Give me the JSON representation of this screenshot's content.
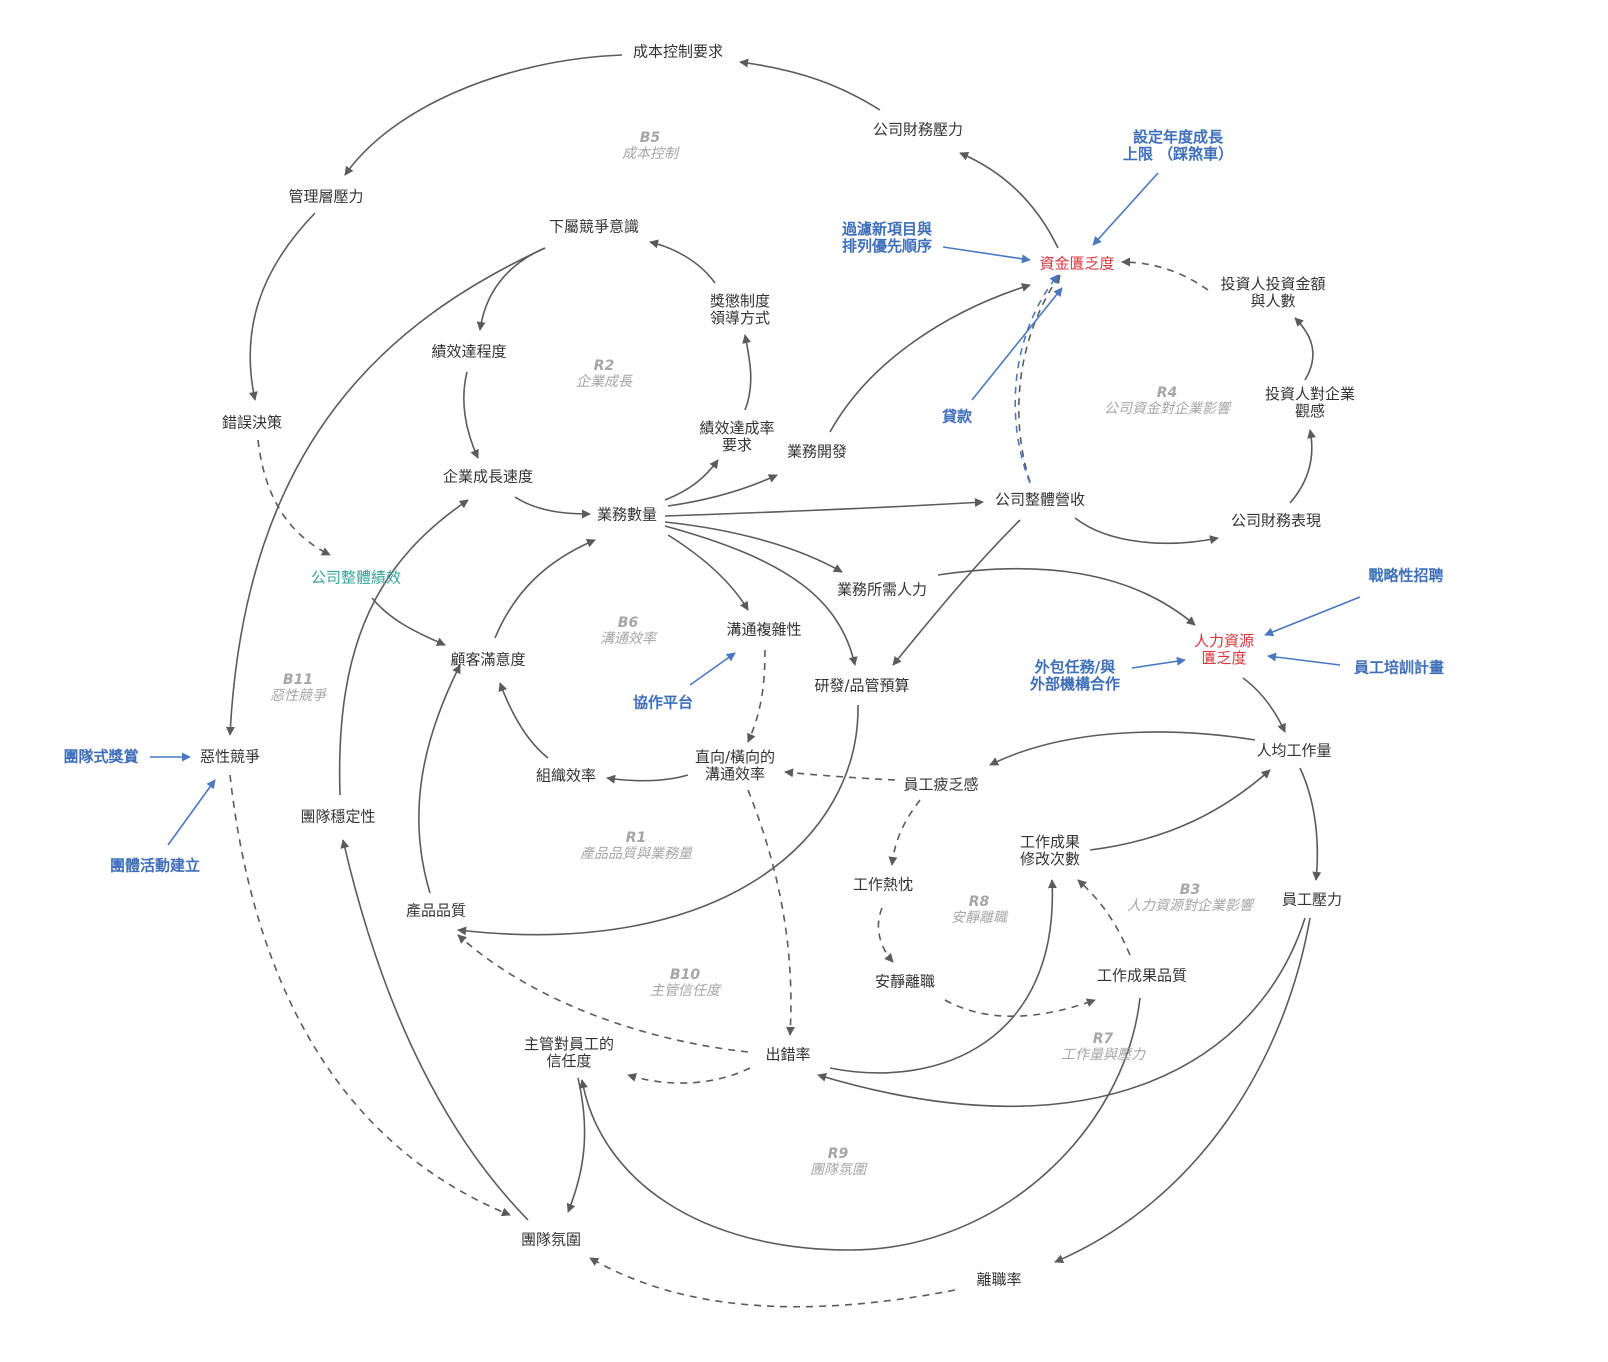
{
  "colors": {
    "variable": "#333333",
    "resource_variable": "#d9363e",
    "intervention": "#3f6fb8",
    "performance": "#3aa39a",
    "loop_label": "#a6a6a6",
    "link": "#5b5b5b",
    "intervention_link": "#4a78c0"
  },
  "nodes": {
    "cost_control_req": "成本控制要求",
    "company_financial_pressure": "公司財務壓力",
    "management_pressure": "管理層壓力",
    "subordinate_competition": "下屬競爭意識",
    "reward_leadership_1": "獎懲制度",
    "reward_leadership_2": "領導方式",
    "performance_achievement": "績效達程度",
    "wrong_decisions": "錯誤決策",
    "kpi_req_1": "績效達成率",
    "kpi_req_2": "要求",
    "business_development": "業務開發",
    "growth_speed": "企業成長速度",
    "business_volume": "業務數量",
    "company_revenue": "公司整體營收",
    "company_performance": "公司整體績效",
    "customer_satisfaction": "顧客滿意度",
    "communication_complexity": "溝通複雜性",
    "manpower_needed": "業務所需人力",
    "rd_qa_budget": "研發/品管預算",
    "team_stability": "團隊穩定性",
    "vicious_competition": "惡性競爭",
    "org_efficiency": "組織效率",
    "comm_efficiency_1": "直向/橫向的",
    "comm_efficiency_2": "溝通效率",
    "employee_fatigue": "員工疲乏感",
    "per_capita_workload": "人均工作量",
    "work_rework_1": "工作成果",
    "work_rework_2": "修改次數",
    "work_burnout": "工作熱忱",
    "product_quality": "產品品質",
    "employee_stress": "員工壓力",
    "quiet_quitting": "安靜離職",
    "work_quality": "工作成果品質",
    "manager_trust_1": "主管對員工的",
    "manager_trust_2": "信任度",
    "error_rate": "出錯率",
    "team_atmosphere": "團隊氛圍",
    "turnover_rate": "離職率",
    "investor_amount_1": "投資人投資金額",
    "investor_amount_2": "與人數",
    "investor_view_1": "投資人對企業",
    "investor_view_2": "觀感",
    "financial_performance": "公司財務表現",
    "capital_shortage": "資金匱乏度",
    "hr_shortage_1": "人力資源",
    "hr_shortage_2": "匱乏度"
  },
  "interventions": {
    "growth_cap_1": "設定年度成長",
    "growth_cap_2": "上限 （踩煞車）",
    "filter_projects_1": "過濾新項目與",
    "filter_projects_2": "排列優先順序",
    "loan": "貸款",
    "strategic_hiring": "戰略性招聘",
    "outsourcing_1": "外包任務/與",
    "outsourcing_2": "外部機構合作",
    "training": "員工培訓計畫",
    "collab_platform": "協作平台",
    "team_reward": "團隊式獎賞",
    "team_building": "團體活動建立"
  },
  "loops": {
    "b5": {
      "id": "B5",
      "name": "成本控制"
    },
    "r2": {
      "id": "R2",
      "name": "企業成長"
    },
    "r4": {
      "id": "R4",
      "name": "公司資金對企業影響"
    },
    "b6": {
      "id": "B6",
      "name": "溝通效率"
    },
    "b11": {
      "id": "B11",
      "name": "惡性競爭"
    },
    "r1": {
      "id": "R1",
      "name": "產品品質與業務量"
    },
    "r8": {
      "id": "R8",
      "name": "安靜離職"
    },
    "b3": {
      "id": "B3",
      "name": "人力資源對企業影響"
    },
    "b10": {
      "id": "B10",
      "name": "主管信任度"
    },
    "r7": {
      "id": "R7",
      "name": "工作量與壓力"
    },
    "r9": {
      "id": "R9",
      "name": "團隊氛圍"
    }
  }
}
